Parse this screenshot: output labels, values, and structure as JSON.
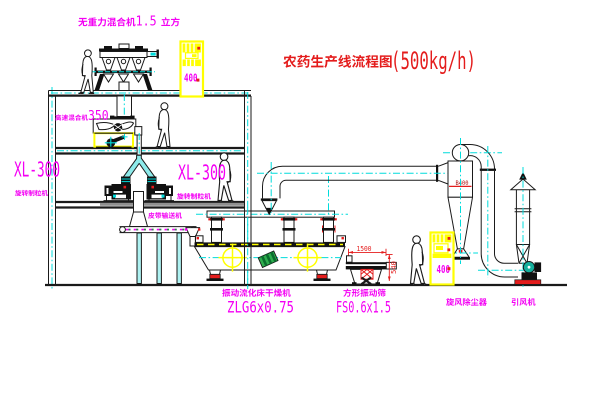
{
  "diagram": {
    "title": {
      "text_cn": "农药生产线流程图",
      "capacity": "(500kg/h)"
    },
    "equipment_labels": {
      "gravity_mixer": "无重力混合机1.5 立方",
      "high_speed_mixer": "高速混合机350",
      "granulator_left_model": "XL-300",
      "granulator_left_name": "旋转制粒机",
      "granulator_right_model": "XL-300",
      "granulator_right_name": "旋转制粒机",
      "belt_conveyor": "皮带输送机",
      "fluid_bed_dryer_name": "振动流化床干燥机",
      "fluid_bed_dryer_model": "ZLG6x0.75",
      "vibrating_screen_name": "方形振动筛",
      "vibrating_screen_model": "FS0.6x1.5",
      "cyclone_dust_collector": "旋风除尘器",
      "induced_draft_fan": "引风机"
    },
    "dimension_annotations": {
      "screen_length": "1500",
      "screen_height": "540",
      "cyclone_diameter": "B400"
    },
    "control_panels": {
      "panel_top_value": "400",
      "panel_right_value": "400"
    },
    "colors": {
      "label_magenta": "#f400f4",
      "annotation_red": "#e41c1c",
      "centerline_cyan": "#00dcdc",
      "cabinet_yellow": "#ffff00",
      "line_black": "#1a1a1a",
      "machine_green": "#1f9d44",
      "background": "#ffffff"
    }
  }
}
